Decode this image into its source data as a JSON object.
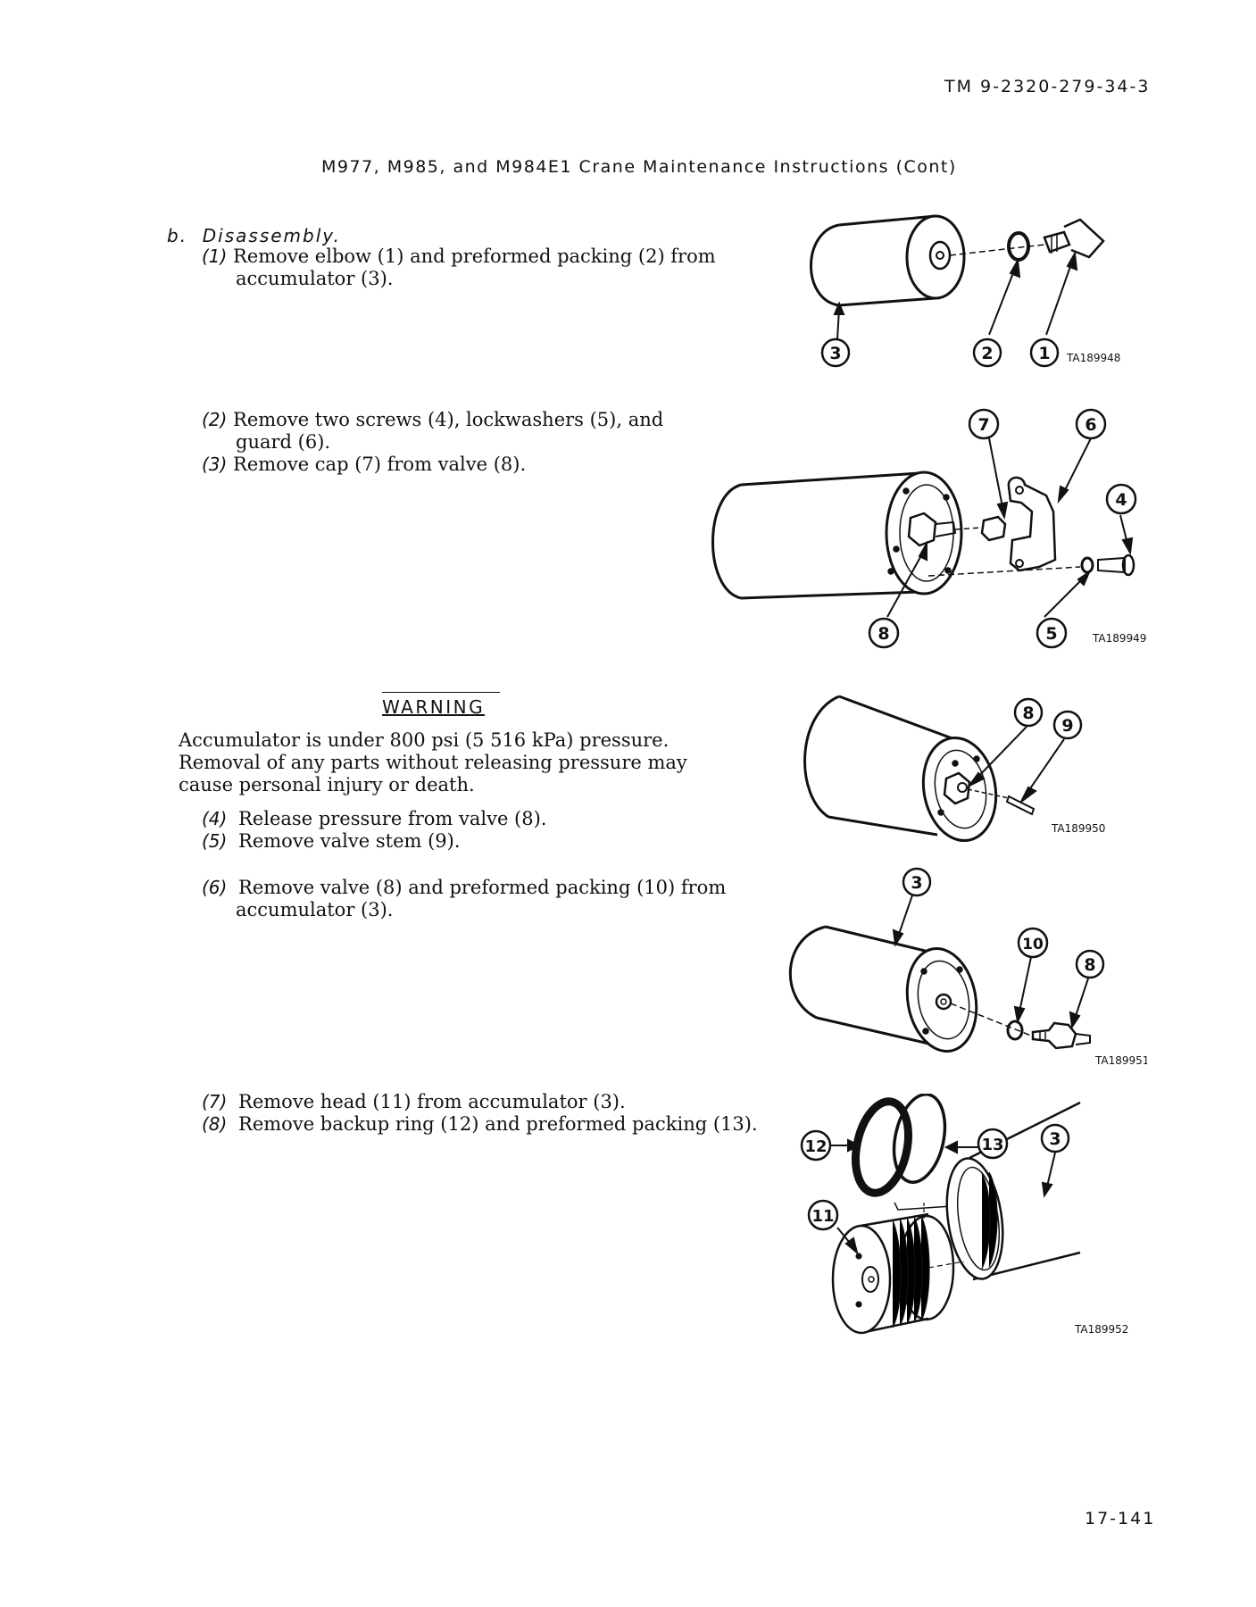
{
  "header": {
    "doc_number": "TM 9-2320-279-34-3",
    "title": "M977, M985, and M984E1 Crane Maintenance Instructions (Cont)"
  },
  "section": {
    "label": "b.",
    "title": "Disassembly."
  },
  "steps": [
    {
      "num": "(1)",
      "line1": "Remove elbow (1) and preformed packing (2) from",
      "line2": "accumulator (3)."
    },
    {
      "num": "(2)",
      "line1": "Remove two screws (4), lockwashers (5), and",
      "line2": "guard (6)."
    },
    {
      "num": "(3)",
      "line1": "Remove cap (7) from valve (8).",
      "line2": ""
    },
    {
      "num": "(4)",
      "line1": "Release pressure from valve (8).",
      "line2": ""
    },
    {
      "num": "(5)",
      "line1": "Remove valve stem (9).",
      "line2": ""
    },
    {
      "num": "(6)",
      "line1": "Remove valve (8) and preformed packing (10) from",
      "line2": "accumulator (3)."
    },
    {
      "num": "(7)",
      "line1": "Remove head (11) from accumulator (3).",
      "line2": ""
    },
    {
      "num": "(8)",
      "line1": "Remove backup ring (12) and preformed packing (13).",
      "line2": ""
    }
  ],
  "warning": {
    "heading": "WARNING",
    "lines": [
      "Accumulator is under 800 psi (5 516 kPa) pressure.",
      "Removal of any parts without releasing pressure may",
      "cause personal injury or death."
    ]
  },
  "figures": [
    {
      "id": "TA189948",
      "callouts": [
        "3",
        "2",
        "1"
      ]
    },
    {
      "id": "TA189949",
      "callouts": [
        "7",
        "6",
        "4",
        "8",
        "5"
      ]
    },
    {
      "id": "TA189950",
      "callouts": [
        "8",
        "9"
      ]
    },
    {
      "id": "TA189951",
      "callouts": [
        "3",
        "10",
        "8"
      ]
    },
    {
      "id": "TA189952",
      "callouts": [
        "12",
        "13",
        "3",
        "11"
      ]
    }
  ],
  "footer": {
    "page_number": "17-141"
  }
}
